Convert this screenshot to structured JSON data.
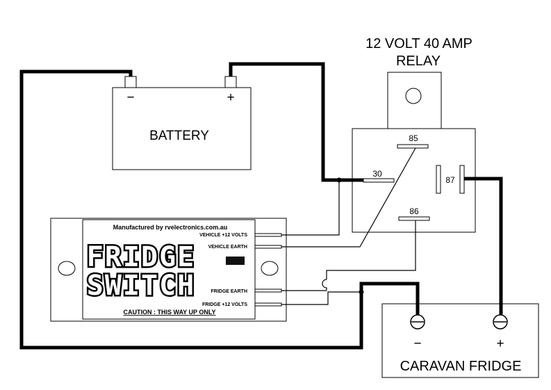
{
  "relay": {
    "title_line1": "12 VOLT 40 AMP",
    "title_line2": "RELAY",
    "pin_85": "85",
    "pin_30": "30",
    "pin_87": "87",
    "pin_86": "86"
  },
  "battery": {
    "label": "BATTERY",
    "neg_symbol": "−",
    "pos_symbol": "+"
  },
  "module": {
    "manufacturer": "Manufactured by  rvelectronics.com.au",
    "logo_line1": "FRIDGE",
    "logo_line2": "SWITCH",
    "caution": "CAUTION : THIS WAY UP ONLY",
    "terminals": {
      "vehicle_12v": "VEHICLE +12 VOLTS",
      "vehicle_earth": "VEHICLE EARTH",
      "fridge_earth": "FRIDGE EARTH",
      "fridge_12v": "FRIDGE +12 VOLTS"
    }
  },
  "fridge": {
    "label": "CARAVAN FRIDGE",
    "neg_symbol": "−",
    "pos_symbol": "+"
  }
}
